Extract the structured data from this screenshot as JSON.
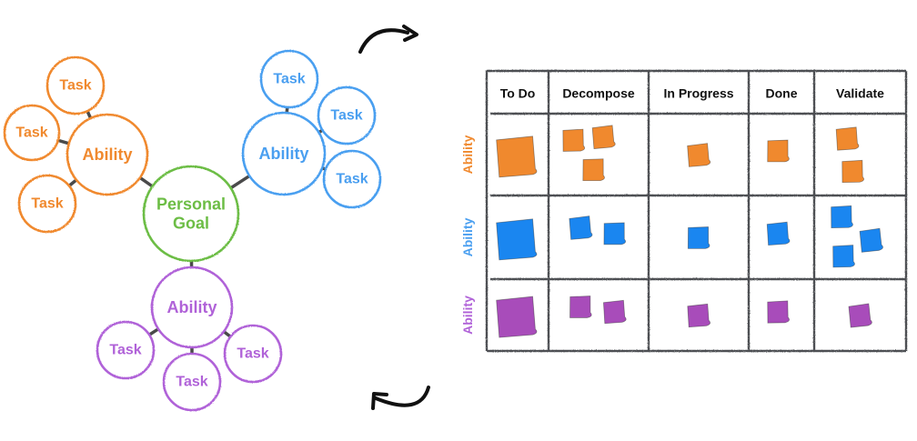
{
  "mindmap": {
    "goal": {
      "label_line1": "Personal",
      "label_line2": "Goal",
      "color": "#6cbd45"
    },
    "branches": [
      {
        "name": "orange",
        "ability_label": "Ability",
        "color": "#f0892e",
        "tasks": [
          "Task",
          "Task",
          "Task"
        ]
      },
      {
        "name": "blue",
        "ability_label": "Ability",
        "color": "#4a9ff0",
        "tasks": [
          "Task",
          "Task",
          "Task"
        ]
      },
      {
        "name": "purple",
        "ability_label": "Ability",
        "color": "#b062d8",
        "tasks": [
          "Task",
          "Task",
          "Task"
        ]
      }
    ],
    "connector_color": "#4a4a4a"
  },
  "arrows": {
    "top": "arrow-right-curved",
    "bottom": "arrow-left-curved",
    "color": "#111111"
  },
  "board": {
    "columns": [
      "To Do",
      "Decompose",
      "In Progress",
      "Done",
      "Validate"
    ],
    "rows": [
      {
        "label": "Ability",
        "label_color": "#f0892e",
        "note_color": "#f0892e",
        "counts": [
          1,
          3,
          1,
          1,
          2
        ]
      },
      {
        "label": "Ability",
        "label_color": "#4a9ff0",
        "note_color": "#1a86f0",
        "counts": [
          1,
          2,
          1,
          1,
          3
        ]
      },
      {
        "label": "Ability",
        "label_color": "#b062d8",
        "note_color": "#a84cba",
        "counts": [
          1,
          2,
          1,
          1,
          1
        ]
      }
    ],
    "line_color": "#4d4f52"
  }
}
